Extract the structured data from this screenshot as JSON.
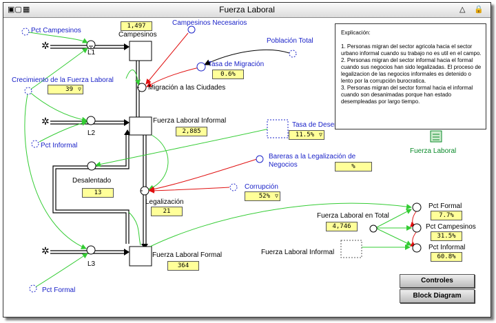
{
  "window": {
    "title": "Fuerza Laboral"
  },
  "stocks": {
    "campesinos": {
      "label": "Campesinos",
      "value": "1,497"
    },
    "informal": {
      "label": "Fuerza Laboral Informal",
      "value": "2,885"
    },
    "formal": {
      "label": "Fuerza Laboral Formal",
      "value": "364"
    }
  },
  "flows": {
    "l1": {
      "label": "L1"
    },
    "l2": {
      "label": "L2"
    },
    "l3": {
      "label": "L3"
    },
    "migracion": {
      "label": "Migración a las Ciudades"
    },
    "desalentado": {
      "label": "Desalentado",
      "value": "13"
    },
    "legalizacion": {
      "label": "Legalización",
      "value": "21"
    }
  },
  "converters": {
    "pct_campesinos_in": {
      "label": "Pct Campesinos"
    },
    "crecimiento": {
      "label": "Crecimiento de la Fuerza Laboral",
      "value": "39"
    },
    "pct_informal_in": {
      "label": "Pct Informal"
    },
    "pct_formal_in": {
      "label": "Pct Formal"
    },
    "campesinos_necesarios": {
      "label": "Campesinos Necesarios"
    },
    "poblacion_total": {
      "label": "Población Total"
    },
    "tasa_migracion": {
      "label": "Tasa de Migración",
      "value": "0.6%"
    },
    "tasa_desempleo": {
      "label": "Tasa de Desempleo",
      "value": "11.5%"
    },
    "bareras": {
      "label": "Bareras a la Legalización de Negocios",
      "value": "%"
    },
    "corrupcion": {
      "label": "Corrupción",
      "value": "52%"
    },
    "fl_total": {
      "label": "Fuerza Laboral en Total",
      "value": "4,746"
    },
    "fl_informal_ghost": {
      "label": "Fuerza Laboral Informal"
    },
    "out_pct_formal": {
      "label": "Pct Formal",
      "value": "7.7%"
    },
    "out_pct_campesinos": {
      "label": "Pct Campesinos",
      "value": "31.5%"
    },
    "out_pct_informal": {
      "label": "Pct Informal",
      "value": "60.8%"
    }
  },
  "explanation": {
    "heading": "Explicación:",
    "body": "1.   Personas migran del sector agricola hacia el sector urbano informal cuando su trabajo no es util en el campo.\n2.   Personas migran del sector informal hacia el formal cuando sus negocios han sido legalizadas.  El proceso de legalizacion de las negocios informales es detenido o lento por la corrupción burocratica.\n3.   Personas migran del sector formal hacia el informal cuando son desanimadas porque han estado desempleadas por largo tiempo."
  },
  "module": {
    "label": "Fuerza Laboral"
  },
  "buttons": {
    "controles": "Controles",
    "block_diagram": "Block Diagram"
  },
  "colors": {
    "connector_green": "#33cc33",
    "connector_red": "#e01010",
    "label_blue": "#1a22c8",
    "value_yellow": "#ffff99"
  }
}
